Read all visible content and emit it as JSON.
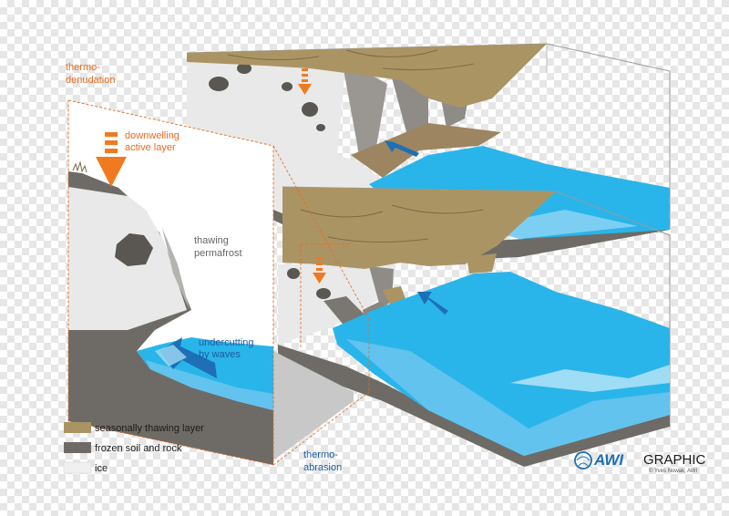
{
  "labels": {
    "thermo_denudation": [
      "thermo-",
      "denudation"
    ],
    "downwelling": [
      "downwelling",
      "active layer"
    ],
    "thawing": [
      "thawing",
      "permafrost"
    ],
    "undercutting": [
      "undercutting",
      "by waves"
    ],
    "thermo_abrasion": [
      "thermo-",
      "abrasion"
    ]
  },
  "legend": [
    {
      "label": "seasonally thawing layer",
      "color": "#ab9464"
    },
    {
      "label": "frozen soil and rock",
      "color": "#6e6b66"
    },
    {
      "label": "ice",
      "color": "#f0f0f0"
    }
  ],
  "logo": {
    "mark": "AWI",
    "text": "GRAPHIC",
    "credit": "© Yves Nowak, AWI"
  },
  "colors": {
    "active_layer": "#ab9464",
    "frozen_soil": "#6e6b66",
    "ice": "#e6e6e6",
    "water": "#29b5ea",
    "water_light": "#9fdcf5",
    "arrow_orange": "#f07a1f",
    "arrow_blue": "#1e6fb5",
    "label_orange": "#e8681f"
  }
}
